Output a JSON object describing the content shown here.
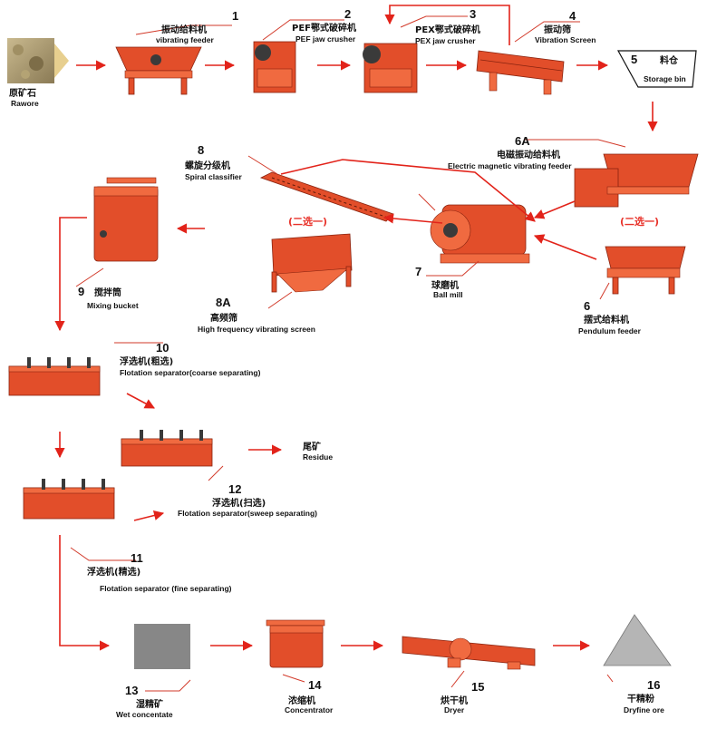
{
  "labels": {
    "rawore": {
      "cn": "原矿石",
      "en": "Rawore"
    },
    "feeder": {
      "num": "1",
      "cn": "振动给料机",
      "en": "vibrating feeder"
    },
    "pef": {
      "num": "2",
      "cn": "PEF鄂式破碎机",
      "en": "PEF jaw crusher"
    },
    "pex": {
      "num": "3",
      "cn": "PEX鄂式破碎机",
      "en": "PEX jaw crusher"
    },
    "screen": {
      "num": "4",
      "cn": "振动筛",
      "en": "Vibration Screen"
    },
    "storage": {
      "num": "5",
      "cn": "料仓",
      "en": "Storage bin"
    },
    "emfeeder": {
      "num": "6A",
      "cn": "电磁振动给料机",
      "en": "Electric magnetic vibrating feeder"
    },
    "pendulum": {
      "num": "6",
      "cn": "摆式给料机",
      "en": "Pendulum feeder"
    },
    "ballmill": {
      "num": "7",
      "cn": "球磨机",
      "en": "Ball mill"
    },
    "classifier": {
      "num": "8",
      "cn": "螺旋分级机",
      "en": "Spiral classifier"
    },
    "hfscreen": {
      "num": "8A",
      "cn": "高频筛",
      "en": "High frequency vibrating screen"
    },
    "mixing": {
      "num": "9",
      "cn": "搅拌筒",
      "en": "Mixing bucket"
    },
    "flot_coarse": {
      "num": "10",
      "cn": "浮选机(粗选)",
      "en": "Flotation separator(coarse separating)"
    },
    "flot_fine": {
      "num": "11",
      "cn": "浮选机(精选)",
      "en": "Flotation separator (fine separating)"
    },
    "flot_sweep": {
      "num": "12",
      "cn": "浮选机(扫选)",
      "en": "Flotation separator(sweep separating)"
    },
    "residue": {
      "cn": "尾矿",
      "en": "Residue"
    },
    "wet": {
      "num": "13",
      "cn": "湿精矿",
      "en": "Wet concentate"
    },
    "concentrator": {
      "num": "14",
      "cn": "浓缩机",
      "en": "Concentrator"
    },
    "dryer": {
      "num": "15",
      "cn": "烘干机",
      "en": "Dryer"
    },
    "dryfine": {
      "num": "16",
      "cn": "干精粉",
      "en": "Dryfine ore"
    }
  },
  "alternatives": {
    "feeder_choice": "(二选一)",
    "screen_choice": "(二选一)"
  },
  "colors": {
    "machine": "#e24e2a",
    "arrow": "#e2231a",
    "text": "#111111"
  }
}
